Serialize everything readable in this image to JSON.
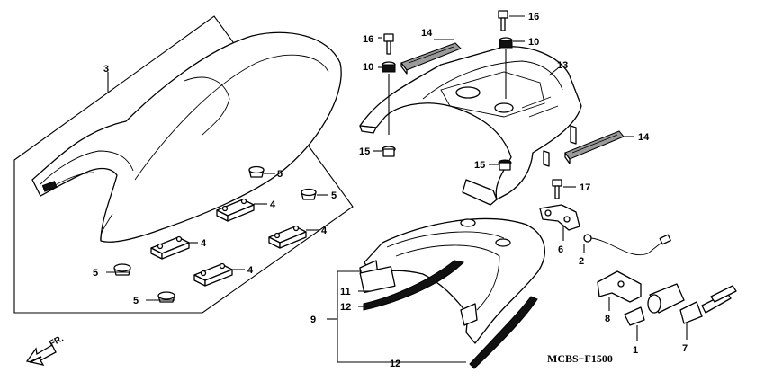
{
  "diagram": {
    "code": "MCBS−F1500",
    "direction": "FR.",
    "callouts": {
      "c1": "1",
      "c2": "2",
      "c3": "3",
      "c4a": "4",
      "c4b": "4",
      "c4c": "4",
      "c4d": "4",
      "c5a": "5",
      "c5b": "5",
      "c5c": "5",
      "c5d": "5",
      "c6": "6",
      "c7": "7",
      "c8": "8",
      "c9": "9",
      "c10a": "10",
      "c10b": "10",
      "c11": "11",
      "c12a": "12",
      "c12b": "12",
      "c13": "13",
      "c14a": "14",
      "c14b": "14",
      "c15a": "15",
      "c15b": "15",
      "c16a": "16",
      "c16b": "16",
      "c17": "17"
    }
  }
}
